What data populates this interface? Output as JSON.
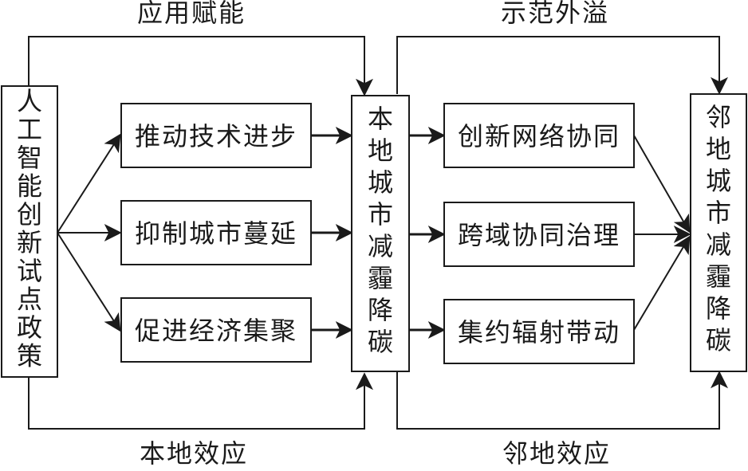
{
  "nodes": {
    "policy": "人工智能创新试点政策",
    "tech_progress": "推动技术进步",
    "curb_sprawl": "抑制城市蔓延",
    "agglomeration": "促进经济集聚",
    "local_reduction": "本地城市减霾降碳",
    "innovation_network": "创新网络协同",
    "cross_region": "跨域协同治理",
    "radiation": "集约辐射带动",
    "neighbor_reduction": "邻地城市减霾降碳"
  },
  "edge_labels": {
    "application_empower": "应用赋能",
    "demonstration_spillover": "示范外溢",
    "local_effect": "本地效应",
    "neighbor_effect": "邻地效应"
  },
  "colors": {
    "stroke": "#1a1a1a",
    "background": "#ffffff"
  }
}
